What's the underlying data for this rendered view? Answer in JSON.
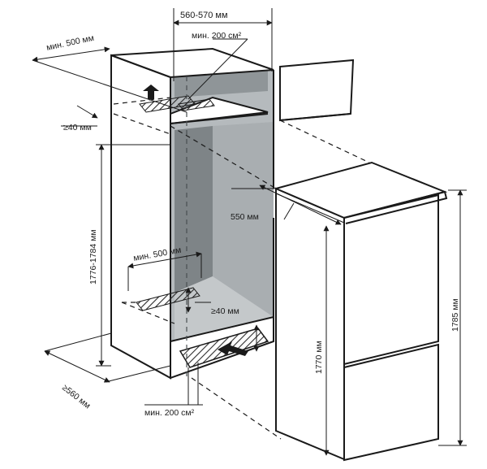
{
  "diagram": {
    "labels": {
      "cabinet_width": "560-570 мм",
      "top_vent_area": "мин. 200 см²",
      "top_depth": "мин. 500 мм",
      "top_gap": "≥40 мм",
      "niche_height": "1776-1784 мм",
      "fridge_depth": "550 мм",
      "lower_depth": "мин. 500 мм",
      "lower_gap": "≥40 мм",
      "cabinet_depth": "≥560 мм",
      "bottom_vent_area": "мин. 200 см²",
      "fridge_height_body": "1770 мм",
      "fridge_height_total": "1785 мм"
    },
    "colors": {
      "stroke": "#1a1a1a",
      "interior_shade": "#9aa0a3",
      "interior_dark": "#6f7578",
      "hatch": "#2a2a2a"
    }
  }
}
